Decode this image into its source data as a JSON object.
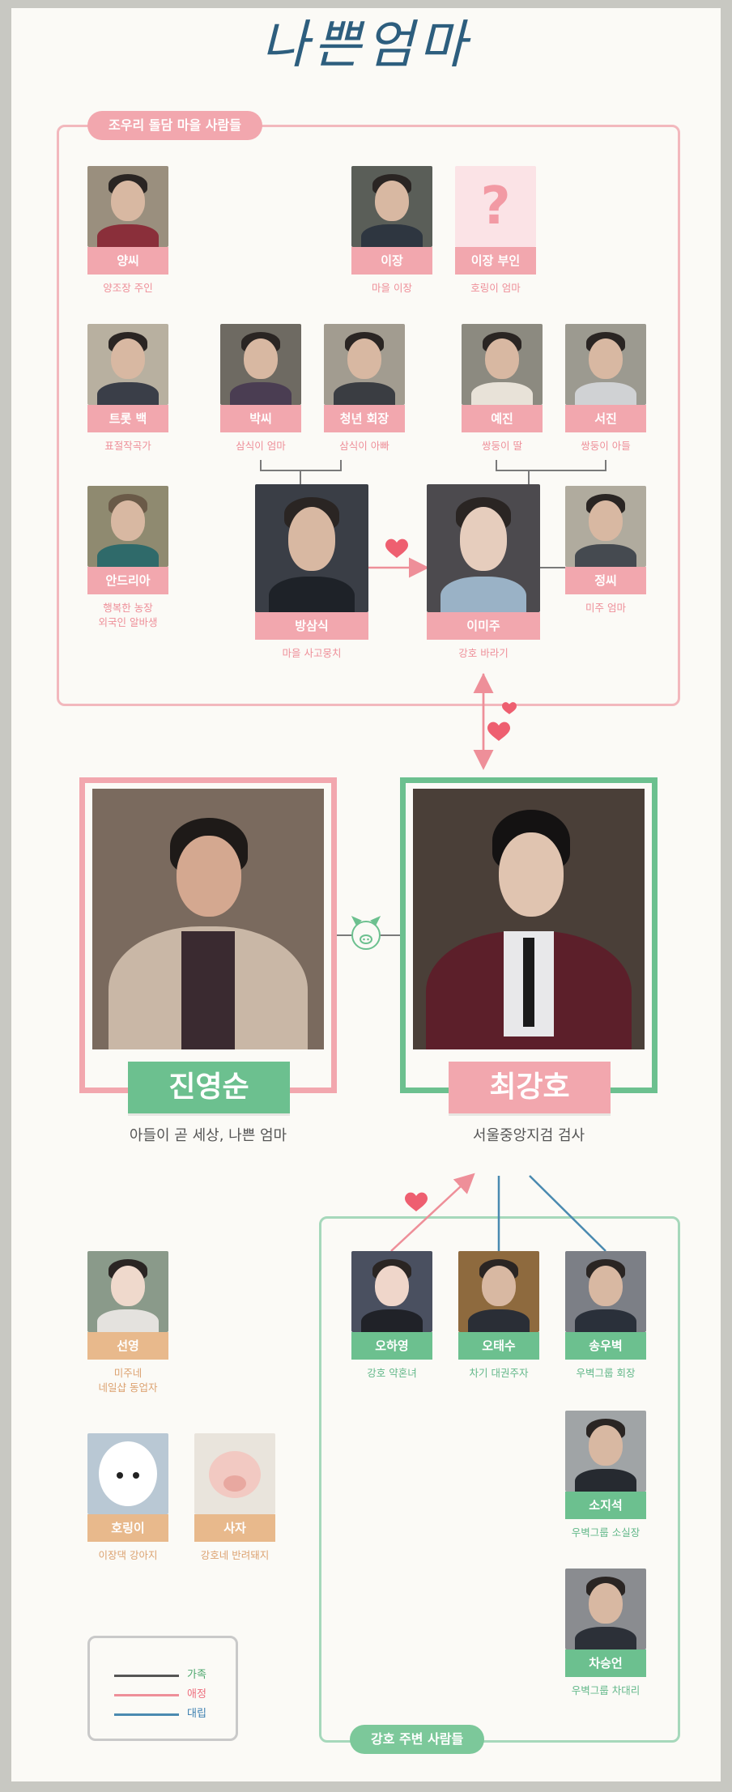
{
  "title": "나쁜엄마",
  "village_label": "조우리 돌담 마을 사람들",
  "kangho_label": "강호 주변 사람들",
  "colors": {
    "family": "#555555",
    "love": "#ee8f99",
    "conflict": "#4a8ab0",
    "pink": "#f2a7ae",
    "green": "#6cc08f",
    "tan": "#e8b98c"
  },
  "village": [
    {
      "name": "양씨",
      "desc": "양조장 주인",
      "icon": "portrait"
    },
    {
      "name": "이장",
      "desc": "마을 이장",
      "icon": "portrait"
    },
    {
      "name": "이장 부인",
      "desc": "호링이 엄마",
      "icon": "question-mark"
    },
    {
      "name": "트롯 백",
      "desc": "표절작곡가",
      "icon": "portrait"
    },
    {
      "name": "박씨",
      "desc": "삼식이 엄마",
      "icon": "portrait"
    },
    {
      "name": "청년 회장",
      "desc": "삼식이 아빠",
      "icon": "portrait"
    },
    {
      "name": "예진",
      "desc": "쌍둥이 딸",
      "icon": "portrait"
    },
    {
      "name": "서진",
      "desc": "쌍둥이 아들",
      "icon": "portrait"
    },
    {
      "name": "안드리아",
      "desc": "행복한 농장\n외국인 알바생",
      "icon": "portrait"
    },
    {
      "name": "방삼식",
      "desc": "마을 사고뭉치",
      "icon": "portrait"
    },
    {
      "name": "이미주",
      "desc": "강호 바라기",
      "icon": "portrait"
    },
    {
      "name": "정씨",
      "desc": "미주 엄마",
      "icon": "portrait"
    }
  ],
  "leads": [
    {
      "name": "진영순",
      "desc": "아들이 곧 세상, 나쁜 엄마"
    },
    {
      "name": "최강호",
      "desc": "서울중앙지검 검사"
    }
  ],
  "others": [
    {
      "name": "선영",
      "desc": "미주네\n네일샵 동업자"
    },
    {
      "name": "호링이",
      "desc": "이장댁 강아지"
    },
    {
      "name": "사자",
      "desc": "강호네 반려돼지"
    }
  ],
  "kangho_people": [
    {
      "name": "오하영",
      "desc": "강호 약혼녀"
    },
    {
      "name": "오태수",
      "desc": "차기 대권주자"
    },
    {
      "name": "송우벽",
      "desc": "우벽그룹 회장"
    },
    {
      "name": "소지석",
      "desc": "우벽그룹 소실장"
    },
    {
      "name": "차승언",
      "desc": "우벽그룹 차대리"
    }
  ],
  "legend": [
    {
      "label": "가족"
    },
    {
      "label": "애정"
    },
    {
      "label": "대립"
    }
  ]
}
